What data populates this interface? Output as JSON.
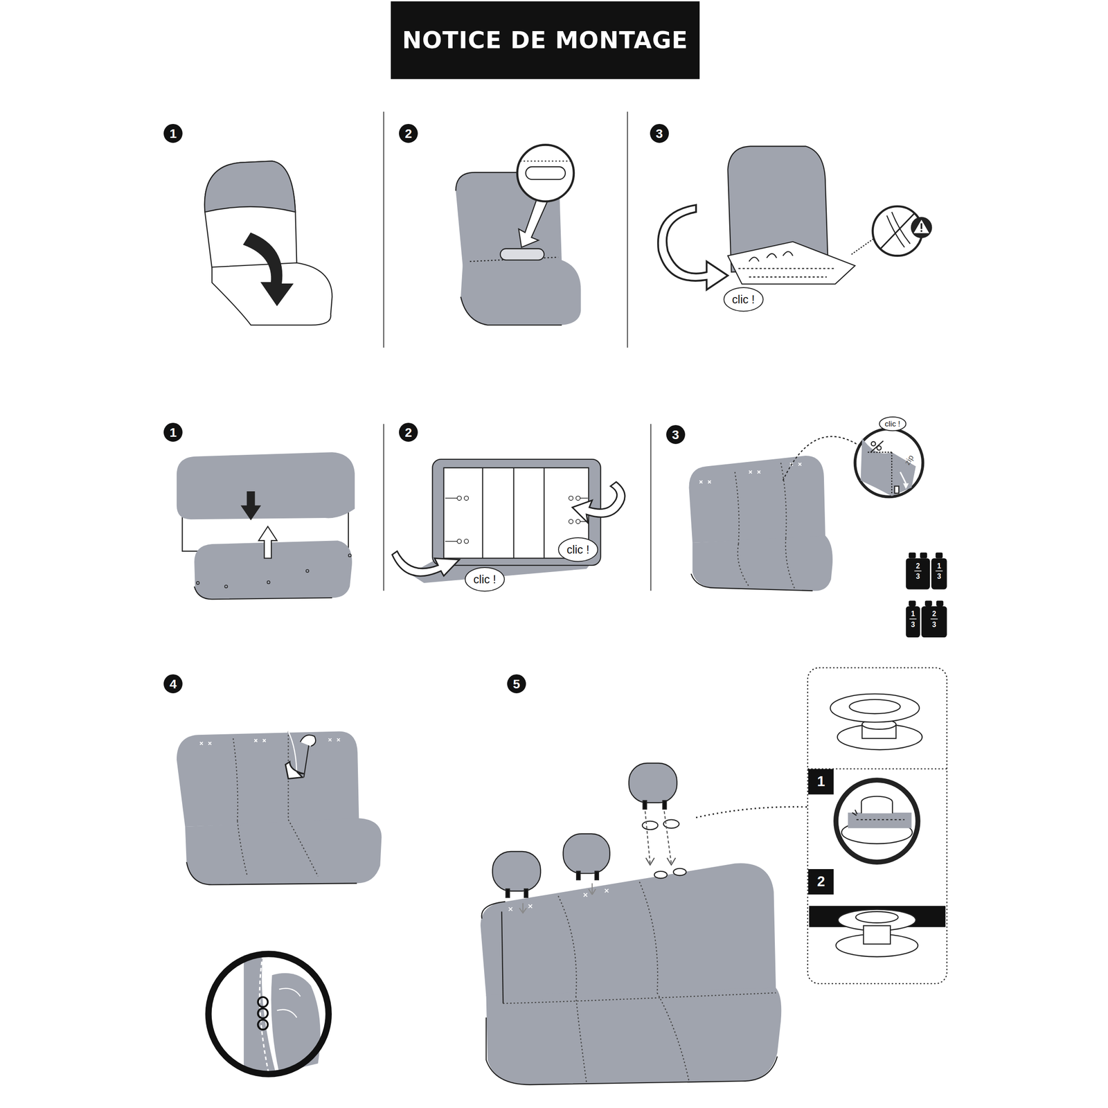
{
  "diagram": {
    "title": "NOTICE DE MONTAGE",
    "nodes": [
      {
        "text": [
          "NOTICE DE MONTAGE"
        ]
      },
      {
        "text": [
          "1"
        ]
      },
      {
        "text": [
          "2"
        ]
      },
      {
        "text": [
          "3"
        ]
      },
      {
        "text": [
          "clic !"
        ]
      },
      {
        "text": [
          "1"
        ]
      },
      {
        "text": [
          "2"
        ]
      },
      {
        "text": [
          "clic !"
        ]
      },
      {
        "text": [
          "clic !"
        ]
      },
      {
        "text": [
          "3"
        ]
      },
      {
        "text": [
          "clic !"
        ]
      },
      {
        "text": [
          "4"
        ]
      },
      {
        "text": [
          "5"
        ]
      },
      {
        "text": [
          "1"
        ]
      },
      {
        "text": [
          "2"
        ]
      }
    ],
    "labels": [
      "zip",
      "2",
      "3",
      "1",
      "3",
      "1",
      "3",
      "2",
      "3"
    ]
  }
}
